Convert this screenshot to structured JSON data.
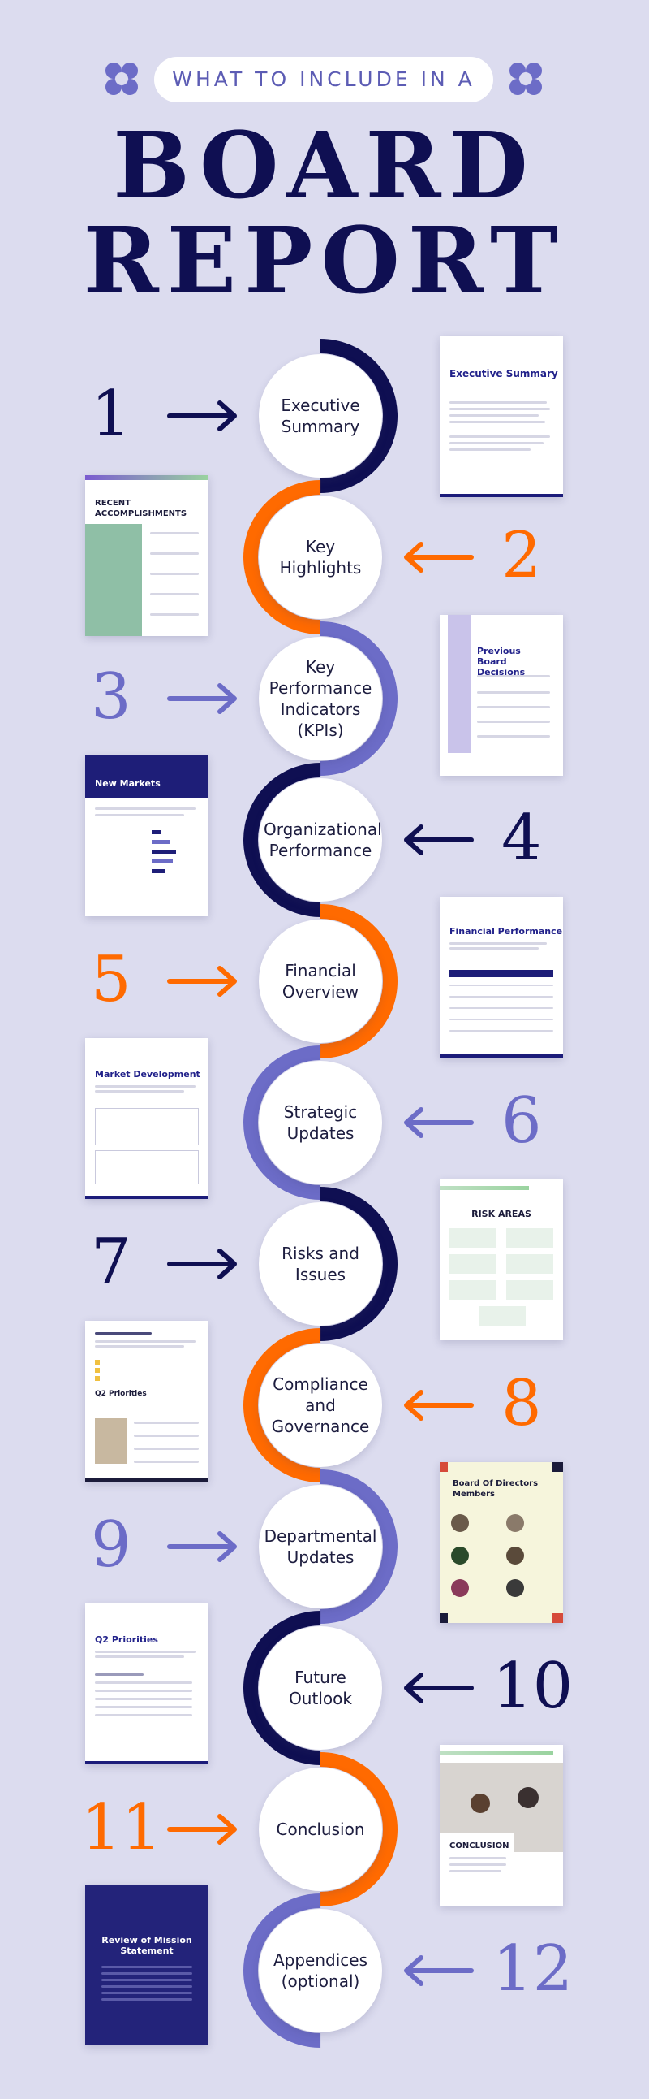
{
  "header": {
    "subtitle": "WHAT TO INCLUDE IN A",
    "title_line1": "BOARD",
    "title_line2": "REPORT"
  },
  "colors": {
    "navy": "#0f0f52",
    "orange": "#ff6a00",
    "lavender": "#6c6cc7",
    "background": "#dcdcef"
  },
  "steps": [
    {
      "number": "1",
      "label": "Executive\nSummary",
      "color": "navy",
      "side": "left"
    },
    {
      "number": "2",
      "label": "Key\nHighlights",
      "color": "orange",
      "side": "right"
    },
    {
      "number": "3",
      "label": "Key\nPerformance\nIndicators\n(KPIs)",
      "color": "lavender",
      "side": "left"
    },
    {
      "number": "4",
      "label": "Organizational\nPerformance",
      "color": "navy",
      "side": "right"
    },
    {
      "number": "5",
      "label": "Financial\nOverview",
      "color": "orange",
      "side": "left"
    },
    {
      "number": "6",
      "label": "Strategic\nUpdates",
      "color": "lavender",
      "side": "right"
    },
    {
      "number": "7",
      "label": "Risks and\nIssues",
      "color": "navy",
      "side": "left"
    },
    {
      "number": "8",
      "label": "Compliance\nand\nGovernance",
      "color": "orange",
      "side": "right"
    },
    {
      "number": "9",
      "label": "Departmental\nUpdates",
      "color": "lavender",
      "side": "left"
    },
    {
      "number": "10",
      "label": "Future\nOutlook",
      "color": "navy",
      "side": "right"
    },
    {
      "number": "11",
      "label": "Conclusion",
      "color": "orange",
      "side": "left"
    },
    {
      "number": "12",
      "label": "Appendices\n(optional)",
      "color": "lavender",
      "side": "right"
    }
  ],
  "documents": [
    {
      "title": "Executive Summary"
    },
    {
      "title": "RECENT ACCOMPLISHMENTS"
    },
    {
      "title": "Previous Board Decisions"
    },
    {
      "title": "New Markets"
    },
    {
      "title": "Financial Performance"
    },
    {
      "title": "Market Development"
    },
    {
      "title": "RISK AREAS"
    },
    {
      "title": "Q2 Priorities"
    },
    {
      "title": "Board Of Directors Members"
    },
    {
      "title": "Q2 Priorities"
    },
    {
      "title": "CONCLUSION"
    },
    {
      "title": "Review of Mission Statement"
    }
  ]
}
